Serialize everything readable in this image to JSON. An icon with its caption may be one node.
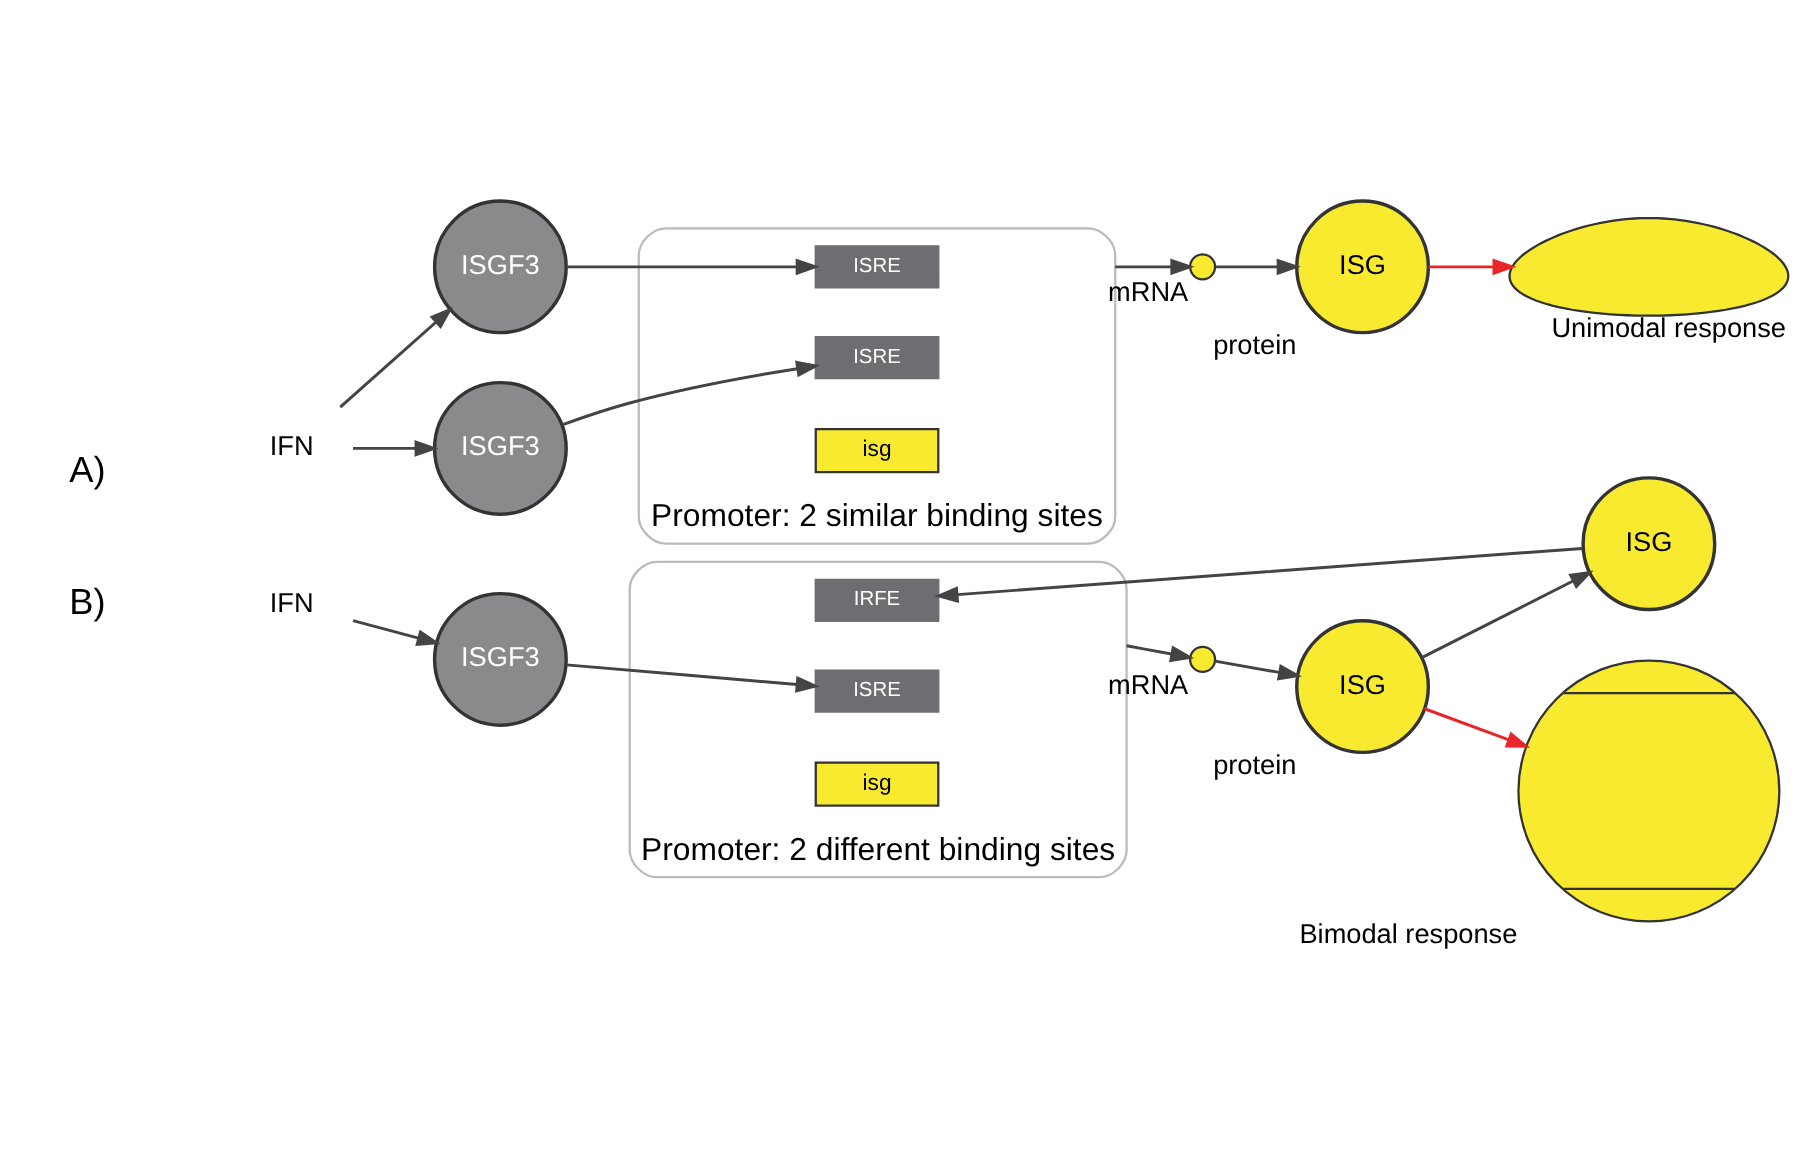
{
  "diagram": {
    "nodes": [
      {
        "text": [
          "IFN"
        ]
      },
      {
        "text": [
          "ISGF3"
        ]
      },
      {
        "text": [
          "ISGF3"
        ]
      },
      {
        "text": [],
        "shape": "bar",
        "beside": [
          "Promoter: 2 similar binding sites"
        ]
      },
      {
        "text": [
          "ISRE"
        ],
        "in": 3
      },
      {
        "text": [
          "ISRE"
        ],
        "in": 3
      },
      {
        "text": [
          "isg"
        ],
        "in": 3
      },
      {
        "text": [],
        "shape": "circle",
        "beside": [
          "mRNA"
        ]
      },
      {
        "text": [
          "ISG"
        ],
        "beside": [
          "protein"
        ]
      },
      {
        "text": [],
        "shape": "picture",
        "beside": [
          "Unimodal response"
        ]
      },
      {
        "text": [
          "IFN"
        ]
      },
      {
        "text": [
          "ISG"
        ]
      },
      {
        "text": [
          "ISGF3"
        ]
      },
      {
        "text": [],
        "shape": "bar",
        "beside": [
          "Promoter: 2 different binding sites"
        ]
      },
      {
        "text": [
          "IRFE"
        ],
        "in": 13
      },
      {
        "text": [
          "ISRE"
        ],
        "in": 13
      },
      {
        "text": [
          "isg"
        ],
        "in": 13
      },
      {
        "text": [],
        "shape": "circle",
        "beside": [
          "mRNA"
        ]
      },
      {
        "text": [
          "ISG"
        ],
        "beside": [
          "protein"
        ]
      },
      {
        "text": [],
        "shape": "picture",
        "beside": [
          "Bimodal response"
        ]
      }
    ],
    "edges": [
      {
        "from": 0,
        "to": 1,
        "arrow": "to"
      },
      {
        "from": 0,
        "to": 2,
        "arrow": "to"
      },
      {
        "from": 1,
        "to": 4,
        "arrow": "to"
      },
      {
        "from": 2,
        "to": 5,
        "arrow": "to"
      },
      {
        "from": 3,
        "to": 7,
        "arrow": "to"
      },
      {
        "from": 7,
        "to": 8,
        "arrow": "to"
      },
      {
        "from": 8,
        "to": 9,
        "arrow": "to",
        "color": "#e8262a"
      },
      {
        "from": 10,
        "to": 12,
        "arrow": "to"
      },
      {
        "from": 18,
        "to": 11,
        "arrow": "to"
      },
      {
        "from": 11,
        "to": 14,
        "arrow": "to"
      },
      {
        "from": 12,
        "to": 15,
        "arrow": "to"
      },
      {
        "from": 13,
        "to": 17,
        "arrow": "to"
      },
      {
        "from": 17,
        "to": 18,
        "arrow": "to"
      },
      {
        "from": 18,
        "to": 19,
        "arrow": "to",
        "color": "#e8262a"
      }
    ],
    "labels": [
      "A)",
      "B)"
    ]
  }
}
